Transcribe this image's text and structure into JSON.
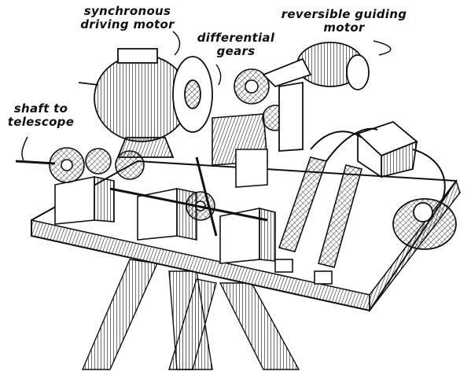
{
  "labels": {
    "sync_motor": {
      "line1": "synchronous",
      "line2": "driving motor"
    },
    "differential": {
      "line1": "differential",
      "line2": "gears"
    },
    "reversible_motor": {
      "line1": "reversible guiding",
      "line2": "motor"
    },
    "shaft": {
      "line1": "shaft to",
      "line2": "telescope"
    }
  },
  "colors": {
    "ink": "#111111",
    "paper": "#ffffff"
  }
}
